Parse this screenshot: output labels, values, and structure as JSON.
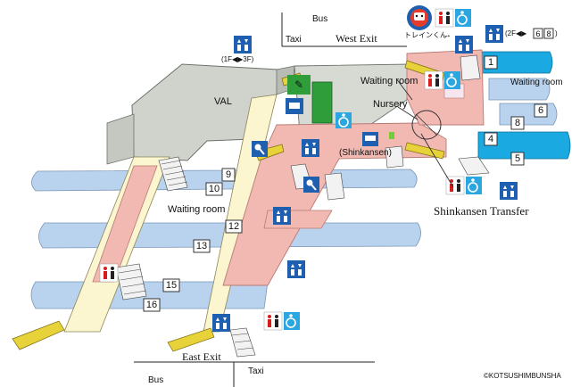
{
  "top": {
    "bus": "Bus",
    "taxi": "Taxi",
    "west_exit": "West Exit",
    "floor_note_left": "(1F◀▶3F)",
    "floor_note_right": "(2F◀▶",
    "floor_note_right_nums": [
      "6",
      "8"
    ],
    "mascot_text": "トレインくん",
    "arrow": "→"
  },
  "labels": {
    "val": "VAL",
    "waiting_room_upper": "Waiting room",
    "nursery": "Nursery",
    "waiting_room_right": "Waiting room",
    "shinkansen": "(Shinkansen)",
    "waiting_room_left": "Waiting room",
    "shinkansen_transfer": "Shinkansen Transfer"
  },
  "tracks": [
    "1",
    "4",
    "5",
    "6",
    "8",
    "9",
    "10",
    "12",
    "13",
    "15",
    "16"
  ],
  "bottom": {
    "bus": "Bus",
    "taxi": "Taxi",
    "east_exit": "East Exit",
    "copyright": "©KOTSUSHIMBUNSHA"
  },
  "colors": {
    "concourse": "#f2b8b2",
    "platform_conventional": "#b9d3ee",
    "platform_shinkansen": "#1aa9e0",
    "building": "#cfd3cc",
    "walkway": "#fbf6cf",
    "icon_blue": "#1f5fb0",
    "toilet_red": "#d81c1c",
    "accessible_blue": "#2aa7e0",
    "escalator": "#e8d23a",
    "nursery_green": "#2f9e3a"
  },
  "icons": [
    "elevator-icon",
    "toilet-icon",
    "accessible-icon",
    "escalator-icon",
    "locker-icon",
    "ticket-gate-icon",
    "stairs-icon",
    "mascot-icon"
  ]
}
